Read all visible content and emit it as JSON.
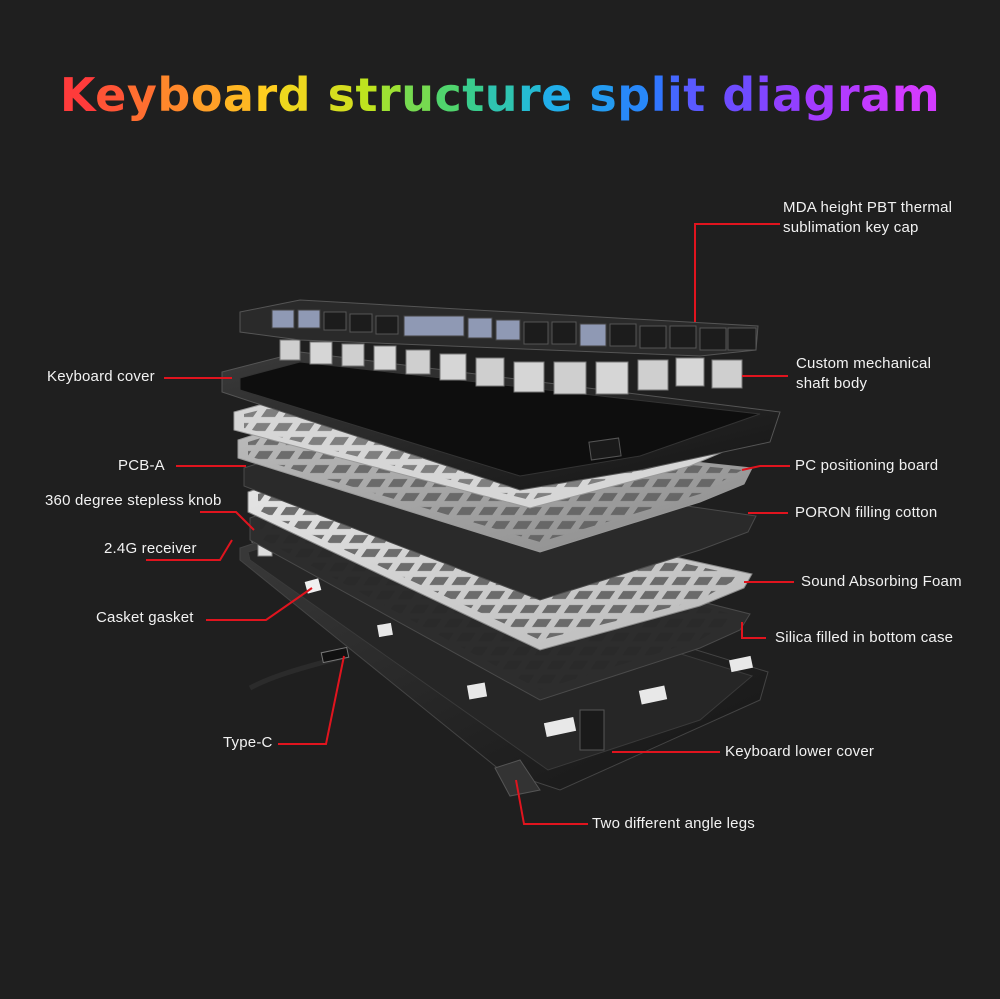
{
  "title": {
    "words": [
      "Keyboard",
      "structure",
      "split",
      "diagram"
    ],
    "gradient": [
      "#ff3b3b",
      "#ff8a2a",
      "#ffd21e",
      "#b6e51f",
      "#3fd17a",
      "#1fb6e5",
      "#2a7bff",
      "#6a4dff",
      "#a23bff",
      "#d23bff"
    ]
  },
  "colors": {
    "leader": "#e0141e",
    "background": "#1f1f1f",
    "label": "#f2f2f2"
  },
  "labels": {
    "keycap": "MDA height PBT thermal\nsublimation key cap",
    "shaft": "Custom mechanical\nshaft body",
    "cover": "Keyboard cover",
    "pcb_a": "PCB-A",
    "pc_board": "PC positioning board",
    "knob": "360 degree stepless knob",
    "poron": "PORON filling cotton",
    "receiver": "2.4G receiver",
    "foam": "Sound Absorbing Foam",
    "gasket": "Casket gasket",
    "silica": "Silica filled in bottom case",
    "typec": "Type-C",
    "lower_cover": "Keyboard lower cover",
    "legs": "Two different angle legs"
  }
}
